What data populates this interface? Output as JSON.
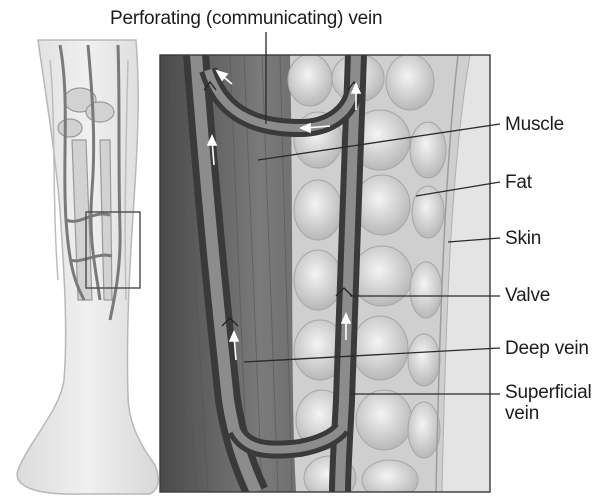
{
  "labels": {
    "perforating": "Perforating (communicating) vein",
    "muscle": "Muscle",
    "fat": "Fat",
    "skin": "Skin",
    "valve": "Valve",
    "deep_vein": "Deep vein",
    "superficial_vein": "Superficial vein"
  },
  "colors": {
    "muscle": "#6e6e6e",
    "fat": "#d4d4d4",
    "skin": "#c8c8c8",
    "vein": "#5a5a5a",
    "leg": "#e6e6e6",
    "line": "#2a2a2a"
  }
}
